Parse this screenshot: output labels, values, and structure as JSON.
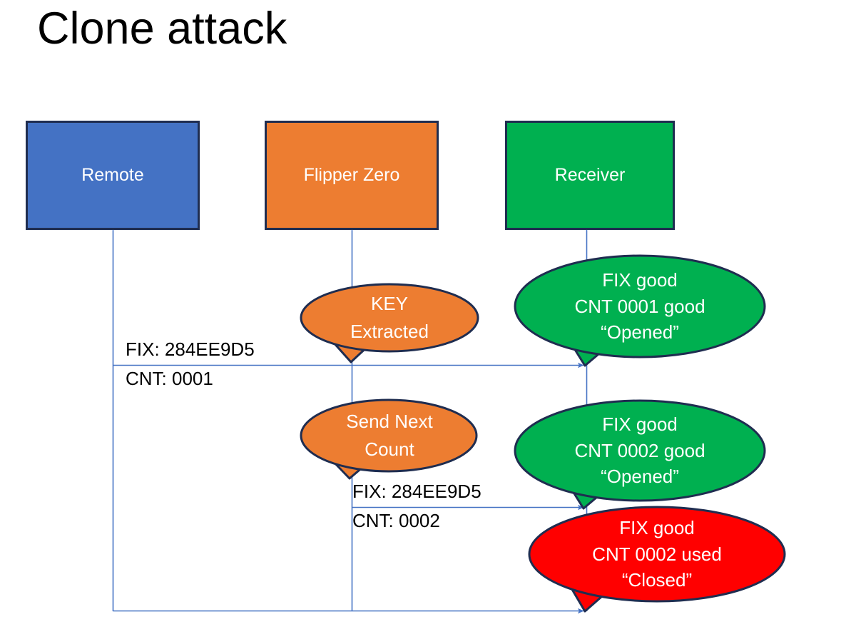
{
  "slide": {
    "title": "Clone attack",
    "background": "#ffffff"
  },
  "colors": {
    "remote_blue": "#4472C4",
    "flipper_orange": "#ED7D31",
    "receiver_green": "#00B050",
    "alert_red": "#FF0000",
    "outline_navy": "#1F2D50",
    "connector_blue": "#4472C4",
    "text_white": "#FFFFFF",
    "text_black": "#000000"
  },
  "actors": [
    {
      "id": "remote",
      "label": "Remote",
      "color": "#4472C4"
    },
    {
      "id": "flipper",
      "label": "Flipper Zero",
      "color": "#ED7D31"
    },
    {
      "id": "receiver",
      "label": "Receiver",
      "color": "#00B050"
    }
  ],
  "messages": [
    {
      "id": "msg1",
      "fix": "FIX: 284EE9D5",
      "cnt": "CNT: 0001",
      "from": "remote",
      "to": "receiver"
    },
    {
      "id": "msg2",
      "fix": "FIX: 284EE9D5",
      "cnt": "CNT: 0002",
      "from": "flipper",
      "to": "receiver"
    },
    {
      "id": "msg3",
      "fix": "",
      "cnt": "",
      "from": "remote",
      "to": "receiver"
    }
  ],
  "callouts": [
    {
      "id": "key-extracted",
      "owner": "flipper",
      "color": "#ED7D31",
      "lines": [
        "KEY",
        "Extracted"
      ]
    },
    {
      "id": "send-next-count",
      "owner": "flipper",
      "color": "#ED7D31",
      "lines": [
        "Send Next",
        "Count"
      ]
    },
    {
      "id": "receiver-good-0001",
      "owner": "receiver",
      "color": "#00B050",
      "lines": [
        "FIX good",
        "CNT 0001 good",
        "“Opened”"
      ]
    },
    {
      "id": "receiver-good-0002",
      "owner": "receiver",
      "color": "#00B050",
      "lines": [
        "FIX good",
        "CNT 0002 good",
        "“Opened”"
      ]
    },
    {
      "id": "receiver-closed-0002",
      "owner": "receiver",
      "color": "#FF0000",
      "lines": [
        "FIX good",
        "CNT 0002 used",
        "“Closed”"
      ]
    }
  ]
}
